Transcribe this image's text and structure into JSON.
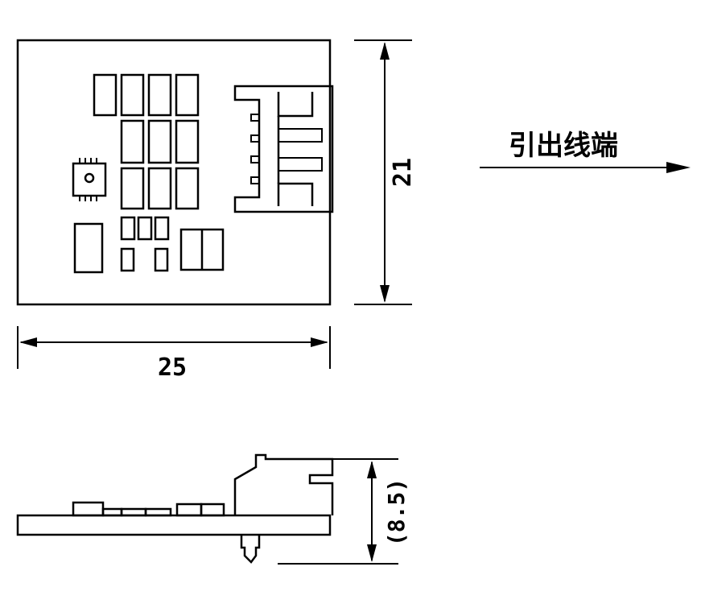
{
  "dimensions": {
    "width": "25",
    "height": "21",
    "side_height": "(8.5)"
  },
  "annotation": {
    "label": "引出线端"
  }
}
